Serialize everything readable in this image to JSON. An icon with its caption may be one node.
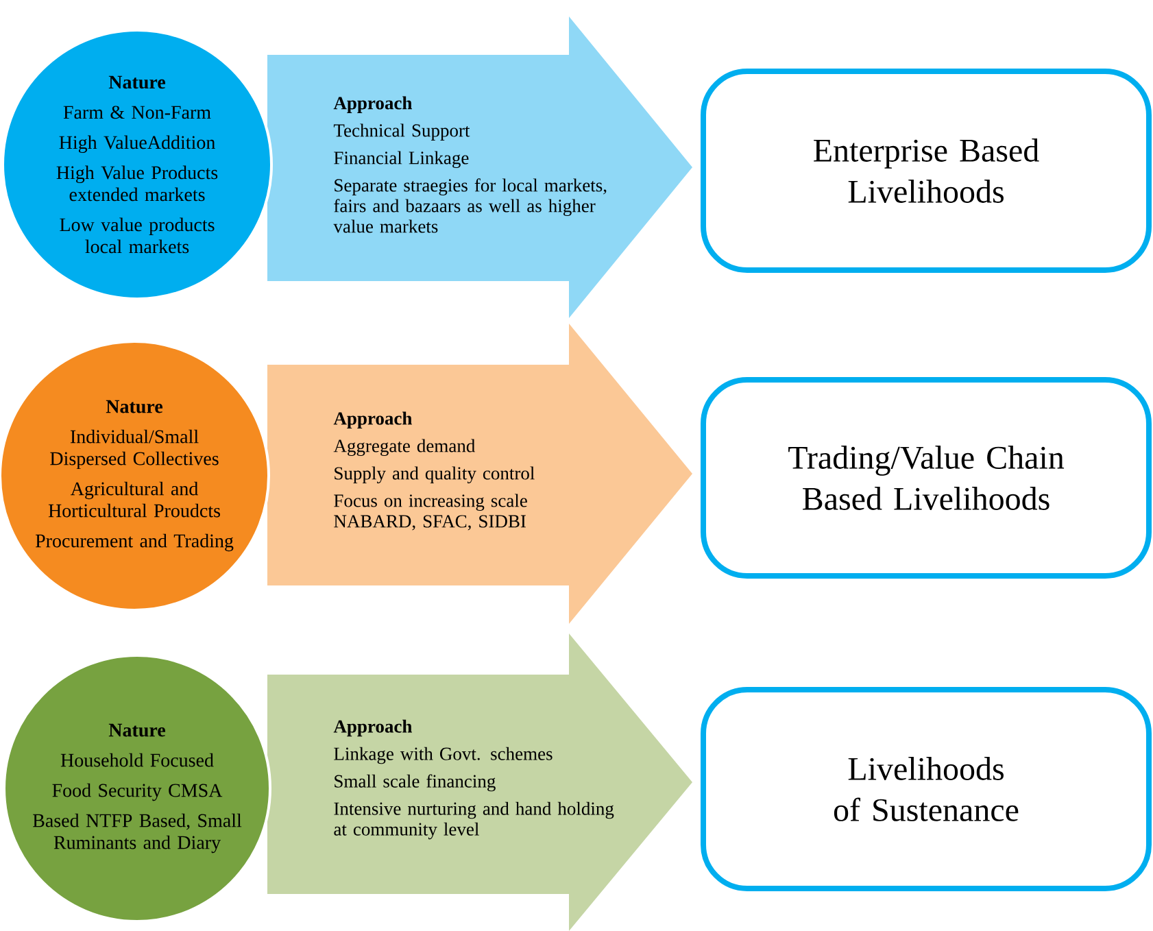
{
  "diagram": {
    "nodes": [
      {
        "text": [
          "Nature",
          "Farm & Non-Farm",
          "High ValueAddition",
          "High Value Products extended markets",
          "Low value products local markets"
        ]
      },
      {
        "text": [
          "Approach",
          "Technical Support",
          "Financial Linkage",
          "Separate straegies for local markets, fairs and bazaars as well as higher value markets"
        ]
      },
      {
        "text": [
          "Enterprise Based Livelihoods"
        ]
      },
      {
        "text": [
          "Nature",
          "Individual/Small Dispersed Collectives",
          "Agricultural and Horticultural Proudcts",
          "Procurement and Trading"
        ]
      },
      {
        "text": [
          "Approach",
          "Aggregate demand",
          "Supply and quality control",
          "Focus on increasing scale NABARD, SFAC, SIDBI"
        ]
      },
      {
        "text": [
          "Trading/Value Chain Based Livelihoods"
        ]
      },
      {
        "text": [
          "Nature",
          "Household Focused",
          "Food Security CMSA",
          "Based NTFP Based, Small Ruminants and Diary"
        ]
      },
      {
        "text": [
          "Approach",
          "Linkage with Govt. schemes",
          "Small scale financing",
          "Intensive nurturing and hand holding at community level"
        ]
      },
      {
        "text": [
          "Livelihoods of Sustenance"
        ]
      }
    ]
  }
}
